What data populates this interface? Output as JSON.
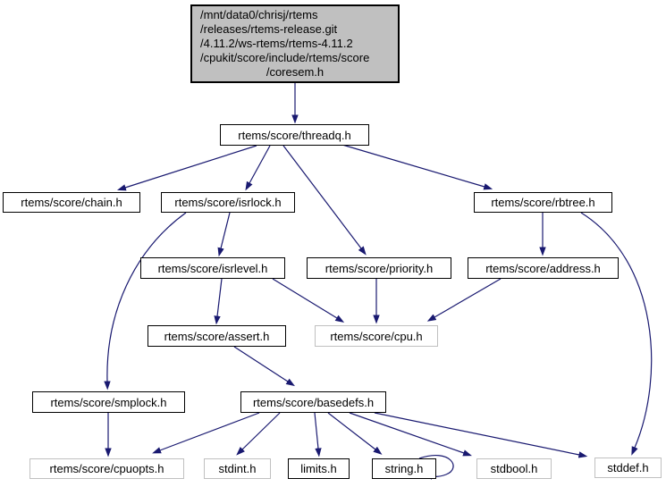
{
  "diagram": {
    "kind": "include-dependency-graph",
    "colors": {
      "edge": "#191970",
      "node_border": "#000000",
      "external_node_border": "#c0c0c0",
      "current_node_fill": "#c0c0c0",
      "node_fill": "#ffffff",
      "text": "#000000",
      "background": "#ffffff"
    },
    "nodes": {
      "coresem": {
        "lines": [
          "/mnt/data0/chrisj/rtems",
          "/releases/rtems-release.git",
          "/4.11.2/ws-rtems/rtems-4.11.2",
          "/cpukit/score/include/rtems/score",
          "/coresem.h"
        ]
      },
      "threadq": {
        "label": "rtems/score/threadq.h"
      },
      "chain": {
        "label": "rtems/score/chain.h"
      },
      "isrlock": {
        "label": "rtems/score/isrlock.h"
      },
      "rbtree": {
        "label": "rtems/score/rbtree.h"
      },
      "isrlevel": {
        "label": "rtems/score/isrlevel.h"
      },
      "priority": {
        "label": "rtems/score/priority.h"
      },
      "address": {
        "label": "rtems/score/address.h"
      },
      "assert": {
        "label": "rtems/score/assert.h"
      },
      "cpu": {
        "label": "rtems/score/cpu.h"
      },
      "smplock": {
        "label": "rtems/score/smplock.h"
      },
      "basedefs": {
        "label": "rtems/score/basedefs.h"
      },
      "cpuopts": {
        "label": "rtems/score/cpuopts.h"
      },
      "stdint": {
        "label": "stdint.h"
      },
      "limits": {
        "label": "limits.h"
      },
      "string": {
        "label": "string.h"
      },
      "stdbool": {
        "label": "stdbool.h"
      },
      "stddef": {
        "label": "stddef.h"
      }
    },
    "edges": [
      {
        "from": "coresem",
        "to": "threadq"
      },
      {
        "from": "threadq",
        "to": "chain"
      },
      {
        "from": "threadq",
        "to": "isrlock"
      },
      {
        "from": "threadq",
        "to": "priority"
      },
      {
        "from": "threadq",
        "to": "rbtree"
      },
      {
        "from": "isrlock",
        "to": "isrlevel"
      },
      {
        "from": "isrlock",
        "to": "smplock"
      },
      {
        "from": "isrlevel",
        "to": "assert"
      },
      {
        "from": "isrlevel",
        "to": "cpu"
      },
      {
        "from": "priority",
        "to": "cpu"
      },
      {
        "from": "rbtree",
        "to": "address"
      },
      {
        "from": "rbtree",
        "to": "stddef"
      },
      {
        "from": "address",
        "to": "cpu"
      },
      {
        "from": "assert",
        "to": "basedefs"
      },
      {
        "from": "smplock",
        "to": "cpuopts"
      },
      {
        "from": "basedefs",
        "to": "cpuopts"
      },
      {
        "from": "basedefs",
        "to": "stdint"
      },
      {
        "from": "basedefs",
        "to": "limits"
      },
      {
        "from": "basedefs",
        "to": "string"
      },
      {
        "from": "basedefs",
        "to": "stdbool"
      },
      {
        "from": "basedefs",
        "to": "stddef"
      },
      {
        "from": "string",
        "to": "string"
      }
    ]
  }
}
